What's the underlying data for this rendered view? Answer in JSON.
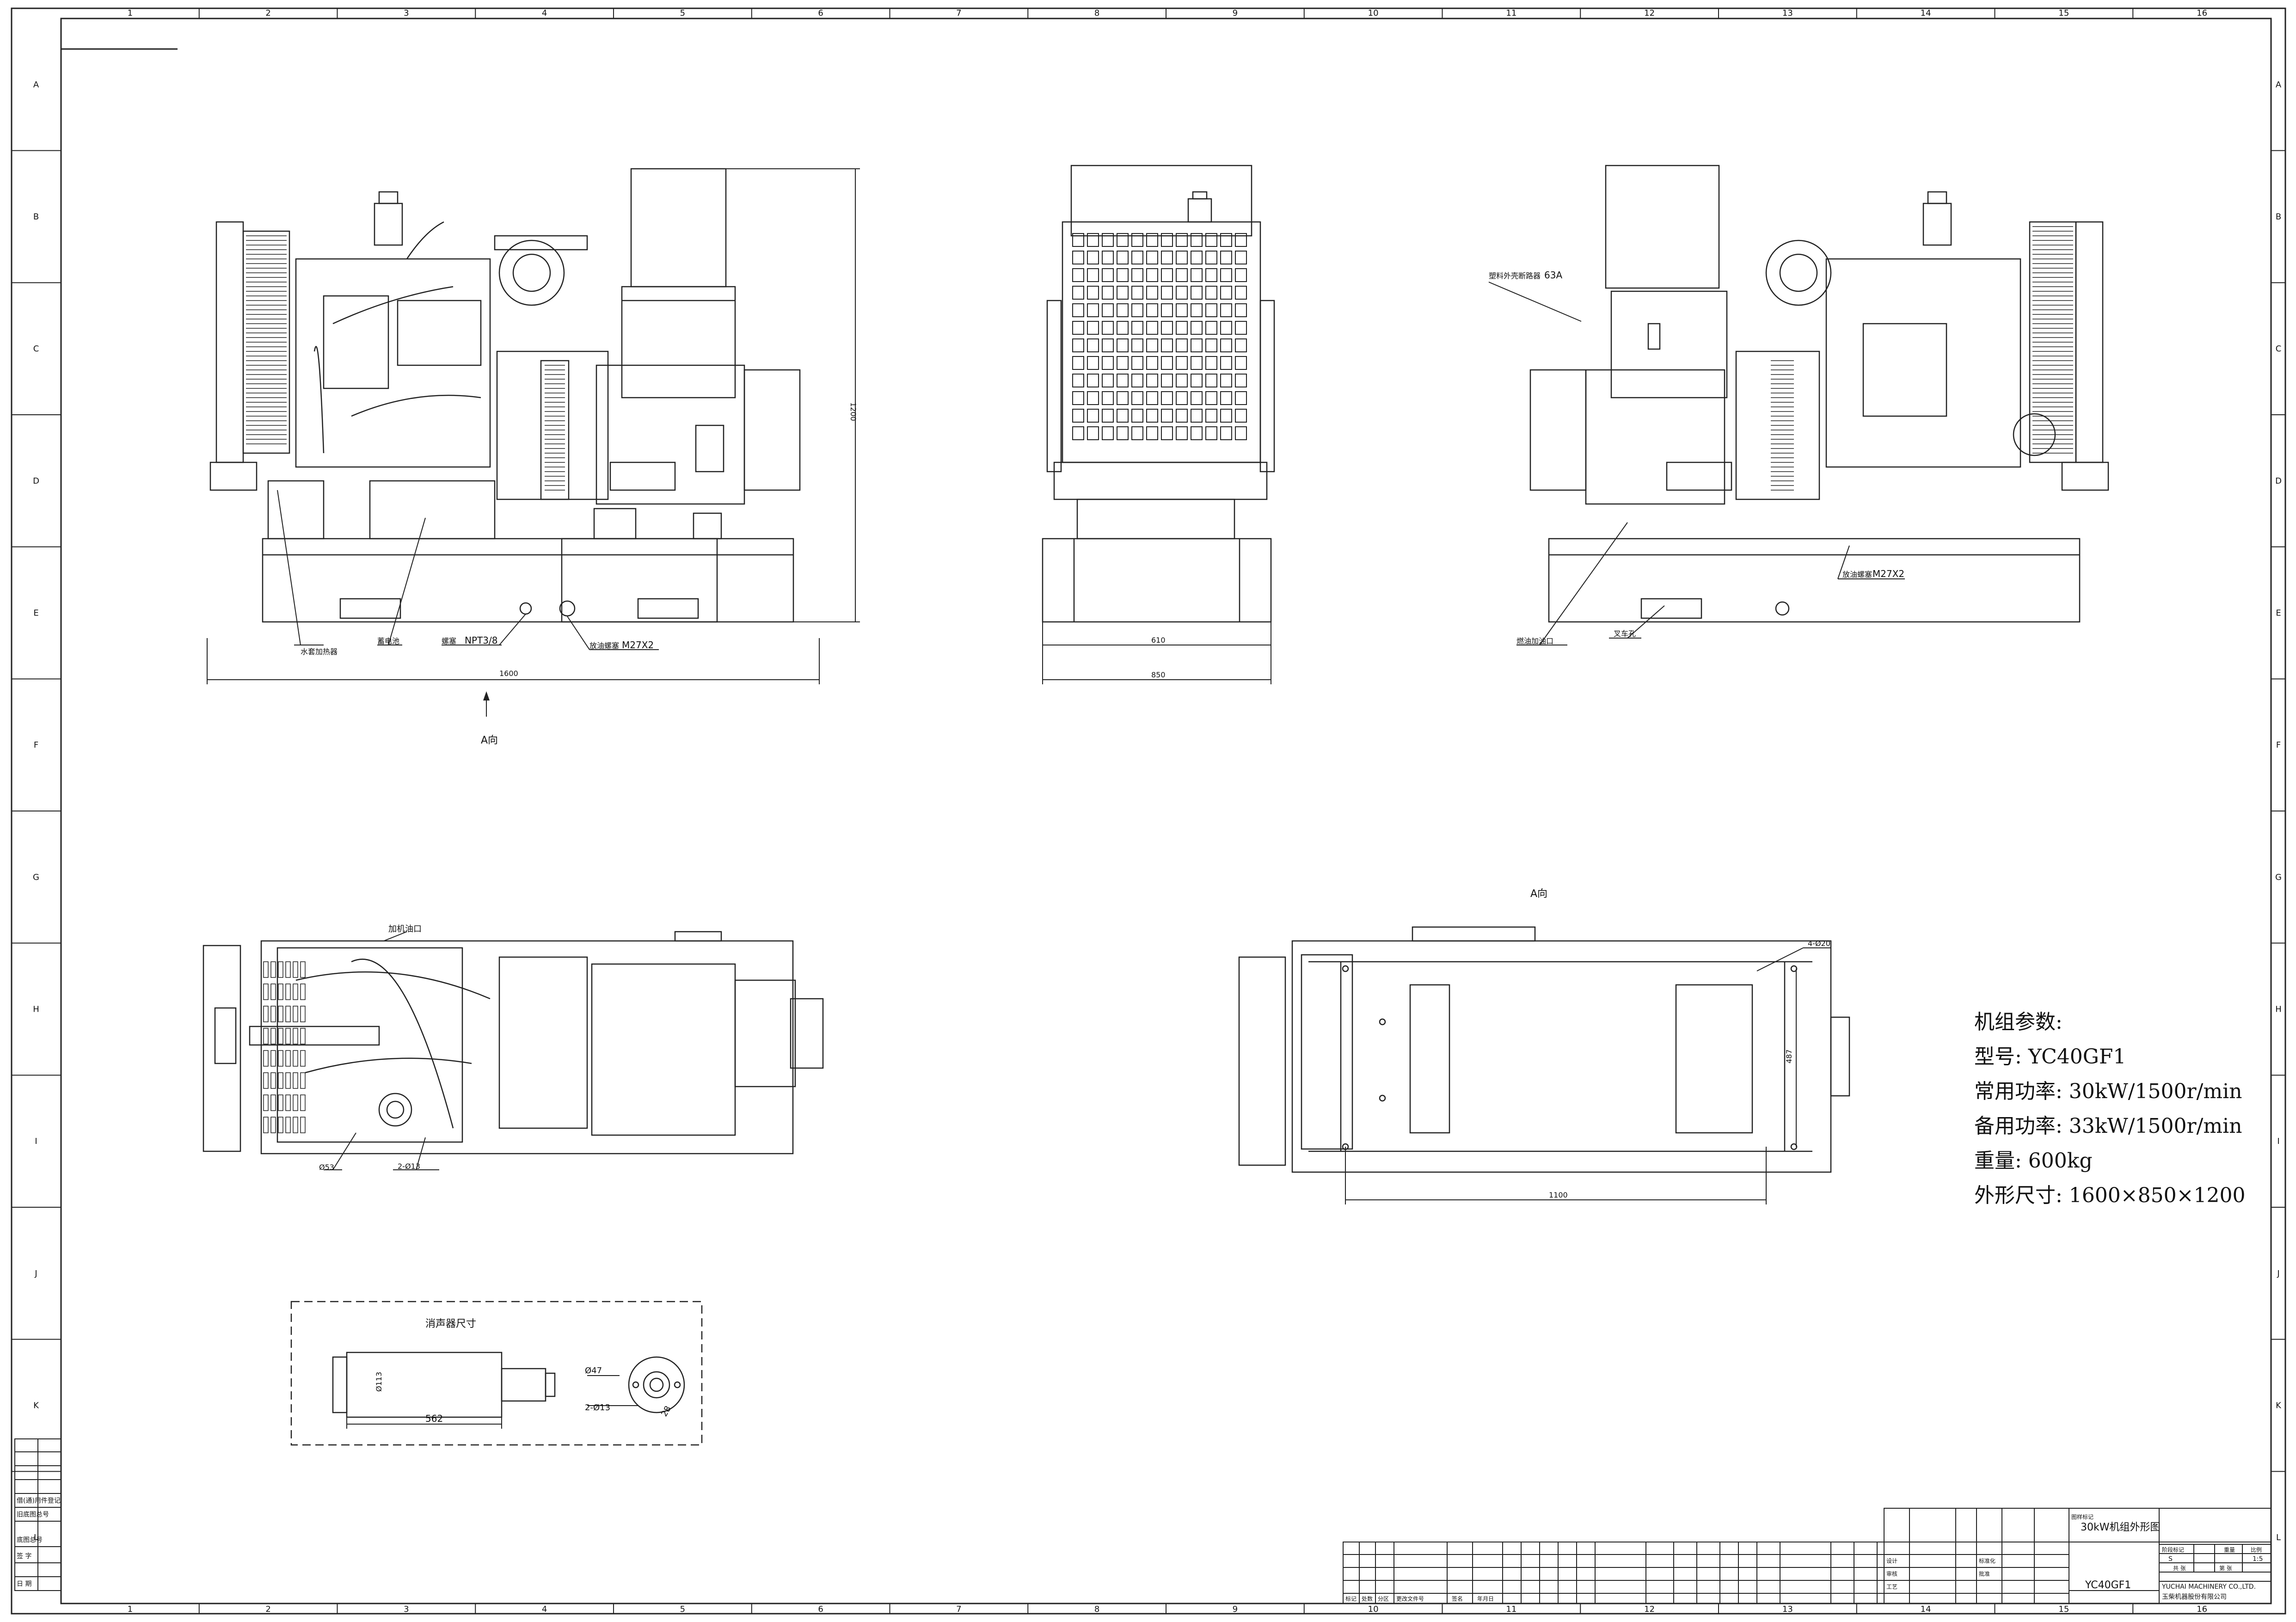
{
  "grid": {
    "columns": [
      "1",
      "2",
      "3",
      "4",
      "5",
      "6",
      "7",
      "8",
      "9",
      "10",
      "11",
      "12",
      "13",
      "14",
      "15",
      "16"
    ],
    "rows": [
      "A",
      "B",
      "C",
      "D",
      "E",
      "F",
      "G",
      "H",
      "I",
      "J",
      "K",
      "L"
    ]
  },
  "labels": {
    "water_heater": "水套加热器",
    "battery": "蓄电池",
    "plug": "螺塞",
    "plug_spec": "NPT3/8",
    "drain_plug": "放油螺塞",
    "drain_spec": "M27X2",
    "direction_a": "A向",
    "direction_a_top": "A向",
    "breaker": "塑料外壳断路器",
    "breaker_rating": "63A",
    "fuel_inlet": "燃油加油口",
    "fork_hole": "叉车孔",
    "drain_plug_right": "放油螺塞",
    "drain_spec_right": "M27X2",
    "filler_port": "加机油口",
    "dia_53": "Ø53",
    "holes_13": "2-Ø13",
    "holes_20": "4-Ø20",
    "muffler_title": "消声器尺寸",
    "muffler_dia_113": "Ø113",
    "muffler_len": "562",
    "muffler_dia_47": "Ø47",
    "muffler_holes": "2-Ø13",
    "muffler_28": "28"
  },
  "dimensions": {
    "front_width": "1600",
    "front_height": "1200",
    "side_inner": "610",
    "side_width": "850",
    "top_length": "1100",
    "top_width": "487"
  },
  "specs": {
    "heading": "机组参数:",
    "model": "型号: YC40GF1",
    "prime": "常用功率: 30kW/1500r/min",
    "standby": "备用功率: 33kW/1500r/min",
    "weight": "重量: 600kg",
    "size": "外形尺寸: 1600×850×1200"
  },
  "title_block": {
    "drawing_name": "30kW机组外形图",
    "drawing_no": "YC40GF1",
    "company_en": "YUCHAI MACHINERY CO.,LTD.",
    "company_cn": "玉柴机器股份有限公司",
    "scale": "1:5",
    "stage": "S",
    "col_stage": "阶段标记",
    "col_weight": "重量",
    "col_scale": "比例",
    "col_sheet": "共 张",
    "col_page": "第 张",
    "mark": "标记",
    "zones": "处数",
    "zone_col": "分区",
    "change_doc": "更改文件号",
    "sign": "签名",
    "date": "年月日",
    "designer": "设计",
    "checker": "审核",
    "process": "工艺",
    "standard": "标准化",
    "approve": "批准",
    "ref": "图样标记"
  },
  "left_block": {
    "r1": "借(通)用件登记",
    "r2": "旧底图总号",
    "r3": "底图总号",
    "r4": "签 字",
    "r5": "日 期"
  }
}
